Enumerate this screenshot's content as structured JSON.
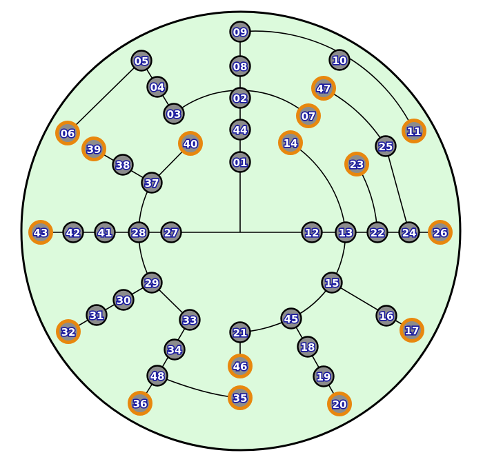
{
  "colors": {
    "board_fill": "#dcfadc",
    "board_stroke": "#000000",
    "path_stroke": "#000000",
    "node_fill": "#8c8c8c",
    "node_stroke_regular": "#000000",
    "node_stroke_terminal": "#e8870e",
    "label_fill": "#ffffff",
    "label_outline": "#1a1aa0"
  },
  "nodes": [
    {
      "id": "01",
      "label": "01",
      "kind": "regular"
    },
    {
      "id": "02",
      "label": "02",
      "kind": "regular"
    },
    {
      "id": "03",
      "label": "03",
      "kind": "regular"
    },
    {
      "id": "04",
      "label": "04",
      "kind": "regular"
    },
    {
      "id": "05",
      "label": "05",
      "kind": "regular"
    },
    {
      "id": "06",
      "label": "06",
      "kind": "terminal"
    },
    {
      "id": "07",
      "label": "07",
      "kind": "terminal"
    },
    {
      "id": "08",
      "label": "08",
      "kind": "regular"
    },
    {
      "id": "09",
      "label": "09",
      "kind": "regular"
    },
    {
      "id": "10",
      "label": "10",
      "kind": "regular"
    },
    {
      "id": "11",
      "label": "11",
      "kind": "terminal"
    },
    {
      "id": "12",
      "label": "12",
      "kind": "regular"
    },
    {
      "id": "13",
      "label": "13",
      "kind": "regular"
    },
    {
      "id": "14",
      "label": "14",
      "kind": "terminal"
    },
    {
      "id": "15",
      "label": "15",
      "kind": "regular"
    },
    {
      "id": "16",
      "label": "16",
      "kind": "regular"
    },
    {
      "id": "17",
      "label": "17",
      "kind": "terminal"
    },
    {
      "id": "18",
      "label": "18",
      "kind": "regular"
    },
    {
      "id": "19",
      "label": "19",
      "kind": "regular"
    },
    {
      "id": "20",
      "label": "20",
      "kind": "terminal"
    },
    {
      "id": "21",
      "label": "21",
      "kind": "regular"
    },
    {
      "id": "22",
      "label": "22",
      "kind": "regular"
    },
    {
      "id": "23",
      "label": "23",
      "kind": "terminal"
    },
    {
      "id": "24",
      "label": "24",
      "kind": "regular"
    },
    {
      "id": "25",
      "label": "25",
      "kind": "regular"
    },
    {
      "id": "26",
      "label": "26",
      "kind": "terminal"
    },
    {
      "id": "27",
      "label": "27",
      "kind": "regular"
    },
    {
      "id": "28",
      "label": "28",
      "kind": "regular"
    },
    {
      "id": "29",
      "label": "29",
      "kind": "regular"
    },
    {
      "id": "30",
      "label": "30",
      "kind": "regular"
    },
    {
      "id": "31",
      "label": "31",
      "kind": "regular"
    },
    {
      "id": "32",
      "label": "32",
      "kind": "terminal"
    },
    {
      "id": "33",
      "label": "33",
      "kind": "regular"
    },
    {
      "id": "34",
      "label": "34",
      "kind": "regular"
    },
    {
      "id": "35",
      "label": "35",
      "kind": "terminal"
    },
    {
      "id": "36",
      "label": "36",
      "kind": "terminal"
    },
    {
      "id": "37",
      "label": "37",
      "kind": "regular"
    },
    {
      "id": "38",
      "label": "38",
      "kind": "regular"
    },
    {
      "id": "39",
      "label": "39",
      "kind": "terminal"
    },
    {
      "id": "40",
      "label": "40",
      "kind": "terminal"
    },
    {
      "id": "41",
      "label": "41",
      "kind": "regular"
    },
    {
      "id": "42",
      "label": "42",
      "kind": "regular"
    },
    {
      "id": "43",
      "label": "43",
      "kind": "terminal"
    },
    {
      "id": "44",
      "label": "44",
      "kind": "regular"
    },
    {
      "id": "45",
      "label": "45",
      "kind": "regular"
    },
    {
      "id": "46",
      "label": "46",
      "kind": "terminal"
    },
    {
      "id": "47",
      "label": "47",
      "kind": "terminal"
    },
    {
      "id": "48",
      "label": "48",
      "kind": "regular"
    }
  ]
}
